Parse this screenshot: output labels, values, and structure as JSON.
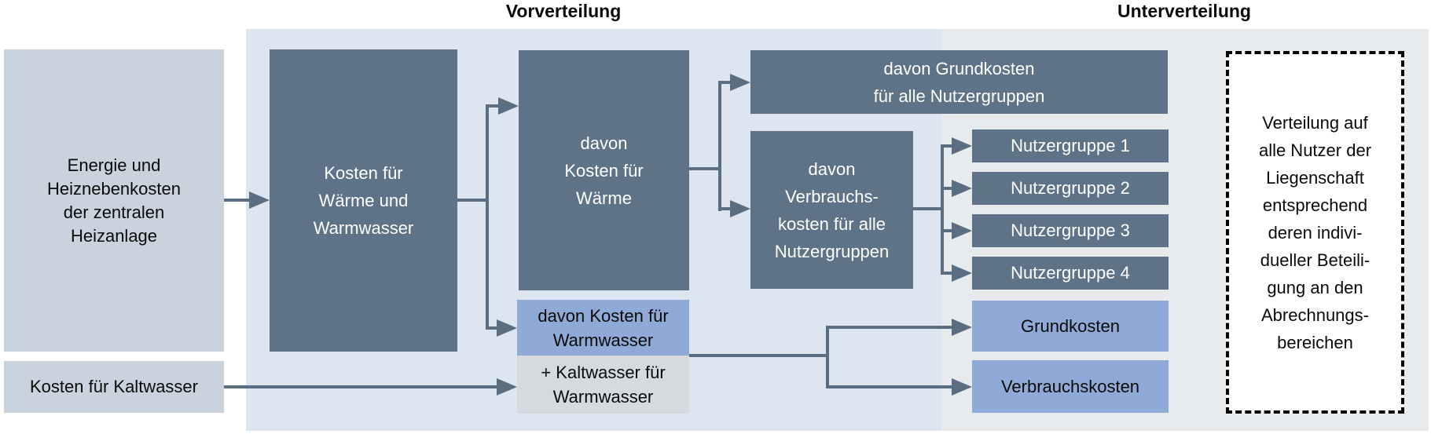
{
  "headers": {
    "vorverteilung": "Vorverteilung",
    "unterverteilung": "Unterverteilung"
  },
  "boxes": {
    "energie": "Energie und\nHeiznebenkosten\nder zentralen\nHeizanlage",
    "kaltwasser": "Kosten für Kaltwasser",
    "waerme_warmwasser": "Kosten für\nWärme und\nWarmwasser",
    "davon_waerme": "davon\nKosten für\nWärme",
    "davon_warmwasser": "davon Kosten für\nWarmwasser",
    "kaltwasser_fuer_warmwasser": "+ Kaltwasser für\nWarmwasser",
    "davon_grundkosten": "davon Grundkosten\nfür alle Nutzergruppen",
    "davon_verbrauchskosten": "davon\nVerbrauchs-\nkosten für alle\nNutzergruppen",
    "nutzergruppen": [
      "Nutzergruppe 1",
      "Nutzergruppe 2",
      "Nutzergruppe 3",
      "Nutzergruppe 4"
    ],
    "grundkosten": "Grundkosten",
    "verbrauchskosten": "Verbrauchskosten",
    "verteilung_hinweis": "Verteilung auf\nalle Nutzer der\nLiegenschaft\nentsprechend\nderen indivi-\ndueller Beteili-\ngung an den\nAbrechnungs-\nbereichen"
  },
  "colors": {
    "dark": "#5e7288",
    "blue": "#90aad7",
    "leftbox": "#c9d3dd",
    "graybox": "#d4dade",
    "band_blue": "#dce5f0",
    "band_gray": "#e8ebee",
    "line": "#5b6e81",
    "ink": "#0a0a0a",
    "paper": "#ffffff"
  }
}
